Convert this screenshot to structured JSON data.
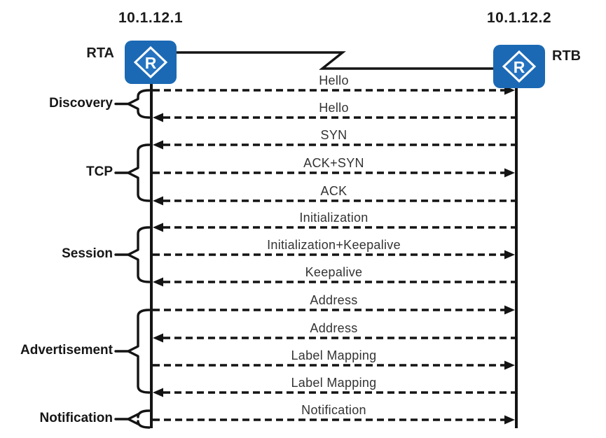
{
  "diagram": {
    "type": "sequence",
    "icon_letter": "R",
    "routers": [
      {
        "name": "RTA",
        "ip": "10.1.12.1",
        "icon": "router-diamond-icon"
      },
      {
        "name": "RTB",
        "ip": "10.1.12.2",
        "icon": "router-diamond-icon"
      }
    ],
    "messages": [
      {
        "label": "Hello",
        "from": "RTA",
        "to": "RTB"
      },
      {
        "label": "Hello",
        "from": "RTB",
        "to": "RTA"
      },
      {
        "label": "SYN",
        "from": "RTB",
        "to": "RTA"
      },
      {
        "label": "ACK+SYN",
        "from": "RTA",
        "to": "RTB"
      },
      {
        "label": "ACK",
        "from": "RTB",
        "to": "RTA"
      },
      {
        "label": "Initialization",
        "from": "RTB",
        "to": "RTA"
      },
      {
        "label": "Initialization+Keepalive",
        "from": "RTA",
        "to": "RTB"
      },
      {
        "label": "Keepalive",
        "from": "RTB",
        "to": "RTA"
      },
      {
        "label": "Address",
        "from": "RTA",
        "to": "RTB"
      },
      {
        "label": "Address",
        "from": "RTB",
        "to": "RTA"
      },
      {
        "label": "Label Mapping",
        "from": "RTA",
        "to": "RTB"
      },
      {
        "label": "Label Mapping",
        "from": "RTB",
        "to": "RTA"
      },
      {
        "label": "Notification",
        "from": "RTA",
        "to": "RTB"
      }
    ],
    "phases": [
      {
        "label": "Discovery",
        "message_rows": [
          0,
          1
        ]
      },
      {
        "label": "TCP",
        "message_rows": [
          2,
          4
        ]
      },
      {
        "label": "Session",
        "message_rows": [
          5,
          7
        ]
      },
      {
        "label": "Advertisement",
        "message_rows": [
          8,
          11
        ]
      },
      {
        "label": "Notification",
        "message_rows": [
          12,
          12
        ]
      }
    ],
    "colors": {
      "router_fill": "#1b69b4",
      "router_inner": "#2573c0",
      "line": "#141414",
      "text": "#333333"
    }
  }
}
